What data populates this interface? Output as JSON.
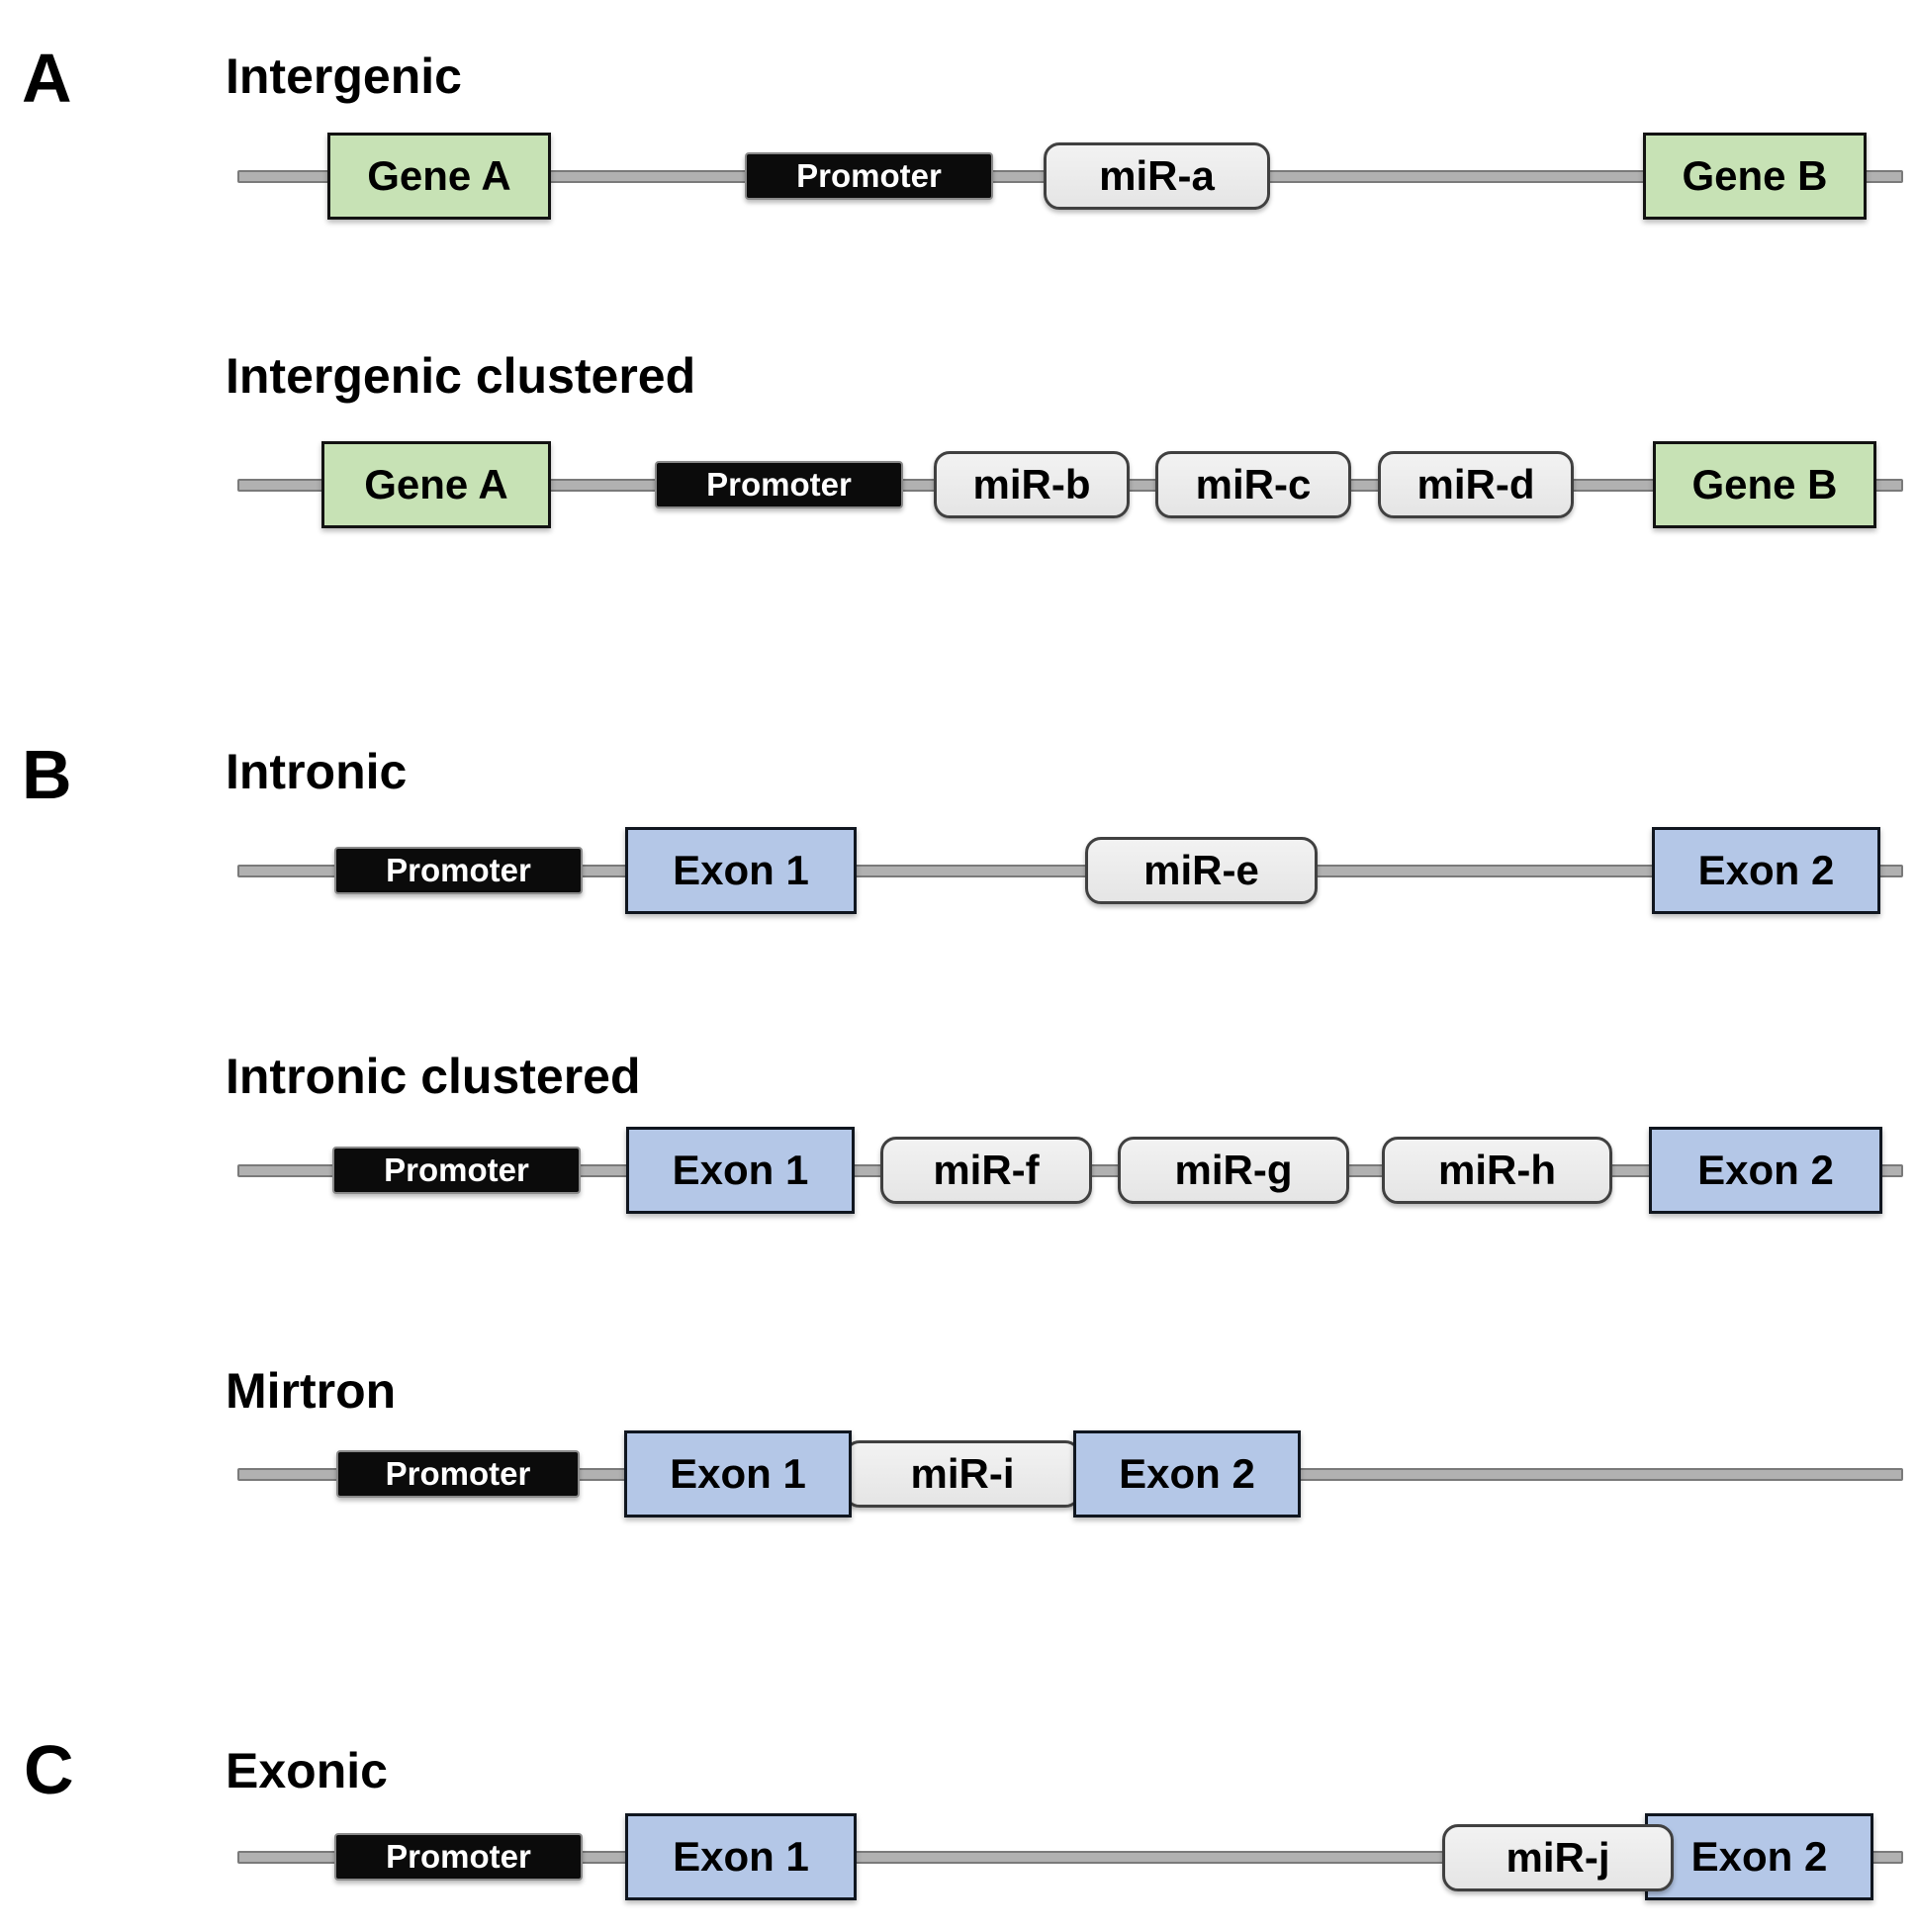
{
  "colors": {
    "gene_fill": "#c7e2b5",
    "exon_fill": "#b4c7e7",
    "mirna_fill": "#ececec",
    "promoter_fill": "#0b0b0b",
    "promoter_text": "#ffffff",
    "dna_line": "#b1b1b1",
    "border_dark": "#121212"
  },
  "panels": [
    {
      "letter": "A",
      "rows": [
        {
          "title": "Intergenic",
          "elements": [
            {
              "type": "gene",
              "label": "Gene A"
            },
            {
              "type": "promoter",
              "label": "Promoter"
            },
            {
              "type": "mirna",
              "label": "miR-a"
            },
            {
              "type": "gene",
              "label": "Gene B"
            }
          ]
        },
        {
          "title": "Intergenic clustered",
          "elements": [
            {
              "type": "gene",
              "label": "Gene A"
            },
            {
              "type": "promoter",
              "label": "Promoter"
            },
            {
              "type": "mirna",
              "label": "miR-b"
            },
            {
              "type": "mirna",
              "label": "miR-c"
            },
            {
              "type": "mirna",
              "label": "miR-d"
            },
            {
              "type": "gene",
              "label": "Gene B"
            }
          ]
        }
      ]
    },
    {
      "letter": "B",
      "rows": [
        {
          "title": "Intronic",
          "elements": [
            {
              "type": "promoter",
              "label": "Promoter"
            },
            {
              "type": "exon",
              "label": "Exon 1"
            },
            {
              "type": "mirna",
              "label": "miR-e"
            },
            {
              "type": "exon",
              "label": "Exon 2"
            }
          ]
        },
        {
          "title": "Intronic clustered",
          "elements": [
            {
              "type": "promoter",
              "label": "Promoter"
            },
            {
              "type": "exon",
              "label": "Exon 1"
            },
            {
              "type": "mirna",
              "label": "miR-f"
            },
            {
              "type": "mirna",
              "label": "miR-g"
            },
            {
              "type": "mirna",
              "label": "miR-h"
            },
            {
              "type": "exon",
              "label": "Exon 2"
            }
          ]
        },
        {
          "title": "Mirtron",
          "elements": [
            {
              "type": "promoter",
              "label": "Promoter"
            },
            {
              "type": "exon",
              "label": "Exon 1"
            },
            {
              "type": "mirna",
              "label": "miR-i"
            },
            {
              "type": "exon",
              "label": "Exon 2"
            }
          ]
        }
      ]
    },
    {
      "letter": "C",
      "rows": [
        {
          "title": "Exonic",
          "elements": [
            {
              "type": "promoter",
              "label": "Promoter"
            },
            {
              "type": "exon",
              "label": "Exon 1"
            },
            {
              "type": "mirna",
              "label": "miR-j"
            },
            {
              "type": "exon",
              "label": "Exon 2"
            }
          ]
        }
      ]
    }
  ]
}
